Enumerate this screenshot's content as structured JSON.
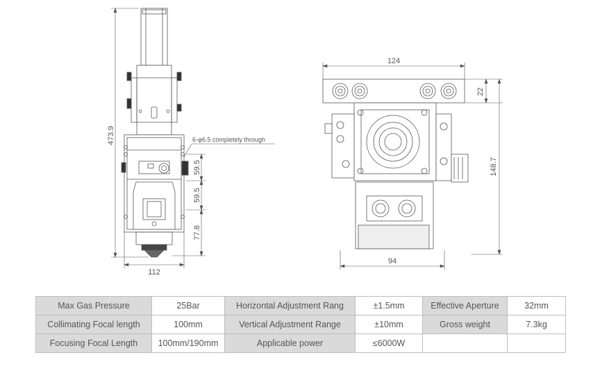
{
  "side_view": {
    "dim_total_height": "473.9",
    "dim_width": "112",
    "dim_upper": "59.5",
    "dim_middle": "59.5",
    "dim_lower": "77.8",
    "hole_note": "6-φ6.5 completely through"
  },
  "top_view": {
    "dim_width": "124",
    "dim_plate_height": "22",
    "dim_height": "148.7",
    "dim_body_width": "94"
  },
  "specs": {
    "max_gas_pressure_label": "Max Gas Pressure",
    "max_gas_pressure_value": "25Bar",
    "horizontal_adjustment_label": "Horizontal Adjustment Rang",
    "horizontal_adjustment_value": "±1.5mm",
    "effective_aperture_label": "Effective Aperture",
    "effective_aperture_value": "32mm",
    "collimating_focal_label": "Collimating Focal length",
    "collimating_focal_value": "100mm",
    "vertical_adjustment_label": "Vertical Adjustment Range",
    "vertical_adjustment_value": "±10mm",
    "gross_weight_label": "Gross weight",
    "gross_weight_value": "7.3kg",
    "focusing_focal_label": "Focusing Focal Length",
    "focusing_focal_value": "100mm/190mm",
    "applicable_power_label": "Applicable power",
    "applicable_power_value": "≤6000W"
  },
  "colors": {
    "line": "#555555",
    "label_bg": "#dadada",
    "border": "#bdbdbd"
  }
}
